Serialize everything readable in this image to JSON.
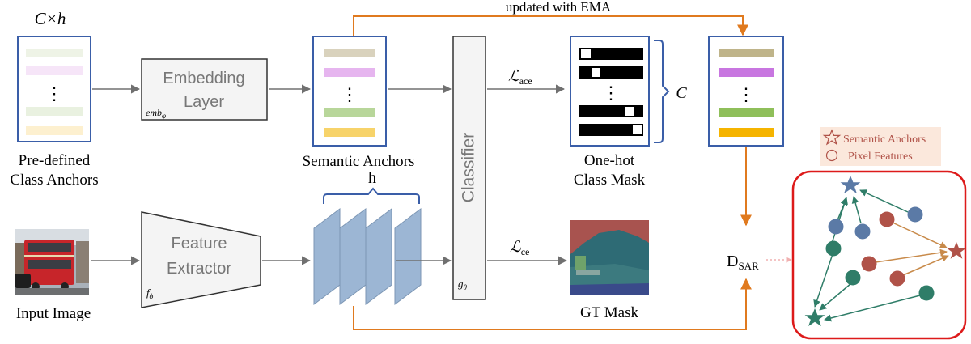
{
  "labels": {
    "c_times_h": "C×h",
    "predefined_line1": "Pre-defined",
    "predefined_line2": "Class Anchors",
    "embedding_line1": "Embedding",
    "embedding_line2": "Layer",
    "emb_sub": "emb",
    "emb_subscript": "φ",
    "semantic_anchors": "Semantic Anchors",
    "h_label": "h",
    "classifier": "Classifier",
    "g_sub": "g",
    "g_subscript": "θ",
    "loss_ace_script": "ℒ",
    "loss_ace_sub": "ace",
    "loss_ce_script": "ℒ",
    "loss_ce_sub": "ce",
    "onehot_line1": "One-hot",
    "onehot_line2": "Class Mask",
    "c_label": "C",
    "updated_ema": "updated with  EMA",
    "feature_line1": "Feature",
    "feature_line2": "Extractor",
    "f_sub": "f",
    "f_subscript": "ϕ",
    "input_image": "Input Image",
    "gt_mask": "GT Mask",
    "dsar": "D",
    "dsar_sub": "SAR",
    "legend_anchors": "Semantic Anchors",
    "legend_pixels": "Pixel Features",
    "vdots": "⋮"
  },
  "colors": {
    "blue_border": "#3a5ea8",
    "orange": "#e07a1f",
    "gray_arrow": "#707070",
    "red_box": "#dd1a1a",
    "legend_bg": "#fbe8dc",
    "feature_map": "#9cb6d4",
    "star_blue": "#5b7aa6",
    "dot_blue": "#5b7aa6",
    "dot_red": "#b05248",
    "dot_teal": "#2f7d68",
    "arrow_teal": "#2f7d68",
    "arrow_orange": "#c88a4a",
    "star_red": "#b05248"
  }
}
